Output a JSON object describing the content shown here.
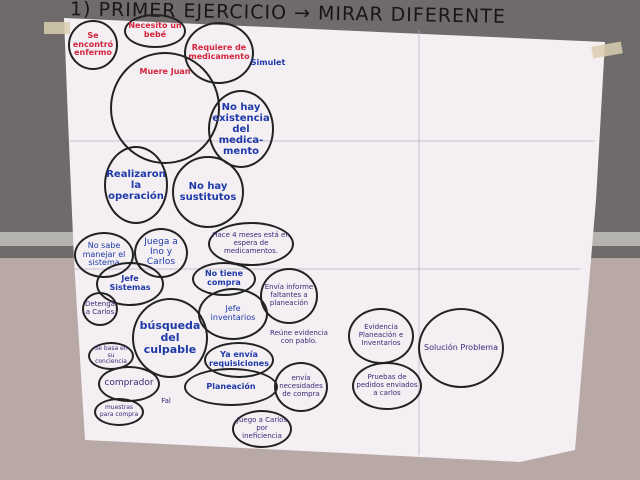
{
  "header": {
    "title": "1) PRIMER EJERCICIO → MIRAR DIFERENTE"
  },
  "nodes": {
    "se_encontro": "Se encontró enfermo",
    "necesito": "Necesito un bebé",
    "requiere": "Requiere de medicamento",
    "simulet": "Simulet",
    "muere": "Muere Juan",
    "no_existencia": "No hay existencia del medica-mento",
    "realizaron": "Realizaron la operación",
    "no_sustitutos": "No hay sustitutos",
    "hace_meses": "Hace 4 meses está en espera de medicamentos.",
    "no_sabe": "No sabe manejar el sistema",
    "juega": "Juega a Ino y Carlos",
    "jefe_sistemas": "Jefe Sistemas",
    "detenga": "Detenga a Carlos",
    "no_compra": "No tiene compra",
    "busqueda": "búsqueda del culpable",
    "jefe_inventarios": "Jefe inventarios",
    "envia_informe": "Envía informe faltantes a planeación",
    "reune": "Reúne evidencia con pablo.",
    "requisiciones": "Ya envía requisiciones",
    "planeacion": "Planeación",
    "se_baila": "Se basa en su conciencia",
    "comprador": "comprador",
    "fal": "Fal",
    "muebles": "muestras para compra",
    "envia_necesidades": "envía necesidades de compra",
    "juego_carlos": "Juego a Carlos por ineficiencia",
    "evidencia": "Evidencia Planeación e Inventarios",
    "solucion": "Solución Problema",
    "pruebas": "Pruebas de pedidos enviados a carlos"
  }
}
